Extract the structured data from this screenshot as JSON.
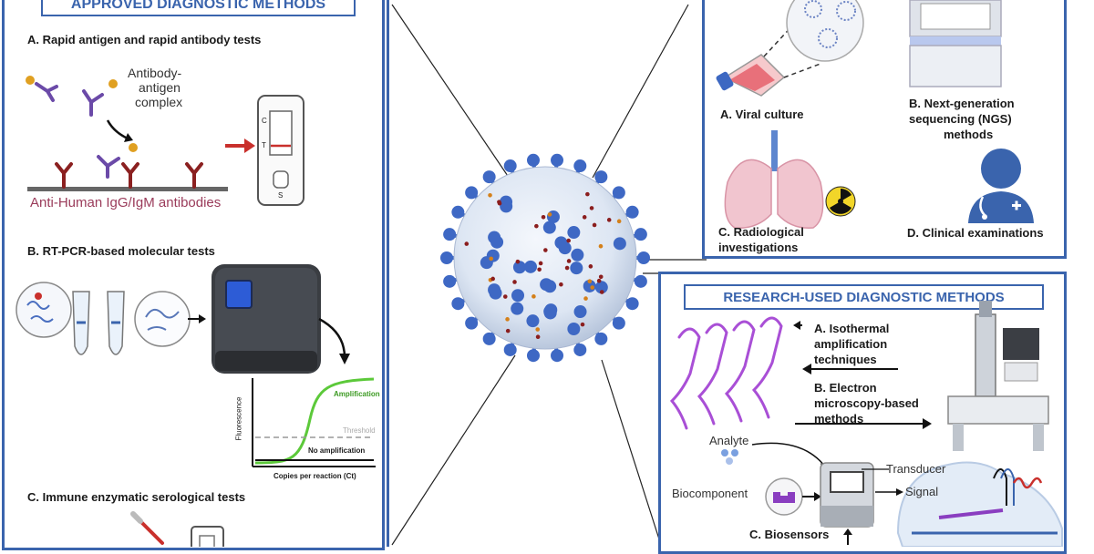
{
  "approved": {
    "banner": "APPROVED DIAGNOSTIC METHODS",
    "a_title": "A. Rapid antigen and rapid antibody tests",
    "complex_label_1": "Antibody-",
    "complex_label_2": "antigen",
    "complex_label_3": "complex",
    "antibodies_label": "Anti-Human IgG/IgM antibodies",
    "strip_c": "C",
    "strip_t": "T",
    "strip_s": "S",
    "b_title": "B. RT-PCR-based molecular tests",
    "graph_y": "Fluorescence",
    "graph_x": "Copies per reaction (Ct)",
    "graph_amp": "Amplification",
    "graph_threshold": "Threshold",
    "graph_noamp": "No amplification",
    "c_title": "C. Immune enzymatic serological  tests"
  },
  "other": {
    "a_label": "A. Viral culture",
    "b_label_1": "B. Next-generation",
    "b_label_2": "sequencing (NGS)",
    "b_label_3": "methods",
    "c_label_1": "C. Radiological",
    "c_label_2": "investigations",
    "d_label": "D. Clinical examinations"
  },
  "research": {
    "banner": "RESEARCH-USED DIAGNOSTIC METHODS",
    "a_label_1": "A. Isothermal",
    "a_label_2": "amplification",
    "a_label_3": "techniques",
    "b_label_1": "B. Electron",
    "b_label_2": "microscopy-based",
    "b_label_3": "methods",
    "analyte": "Analyte",
    "biocomponent": "Biocomponent",
    "transducer": "Transducer",
    "signal": "Signal",
    "c_label": "C. Biosensors"
  },
  "colors": {
    "frame": "#3a64ad",
    "virus_spike": "#3e68c4",
    "virus_body": "#dde6f3",
    "dna_magenta": "#a94fd6",
    "antibody_purple": "#6b4aa8",
    "antigen_gold": "#e0a021",
    "red_line": "#c9302c",
    "amp_green": "#5cc93a"
  }
}
